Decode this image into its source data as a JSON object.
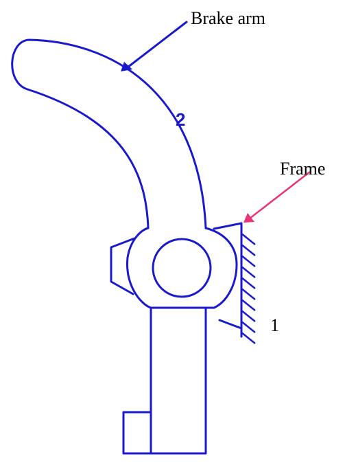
{
  "labels": {
    "brake_arm": "Brake arm",
    "frame": "Frame",
    "part_2": "2",
    "part_1": "1"
  },
  "colors": {
    "part_stroke": "#1a1acd",
    "frame_arrow": "#e8357a",
    "text": "#000000"
  }
}
